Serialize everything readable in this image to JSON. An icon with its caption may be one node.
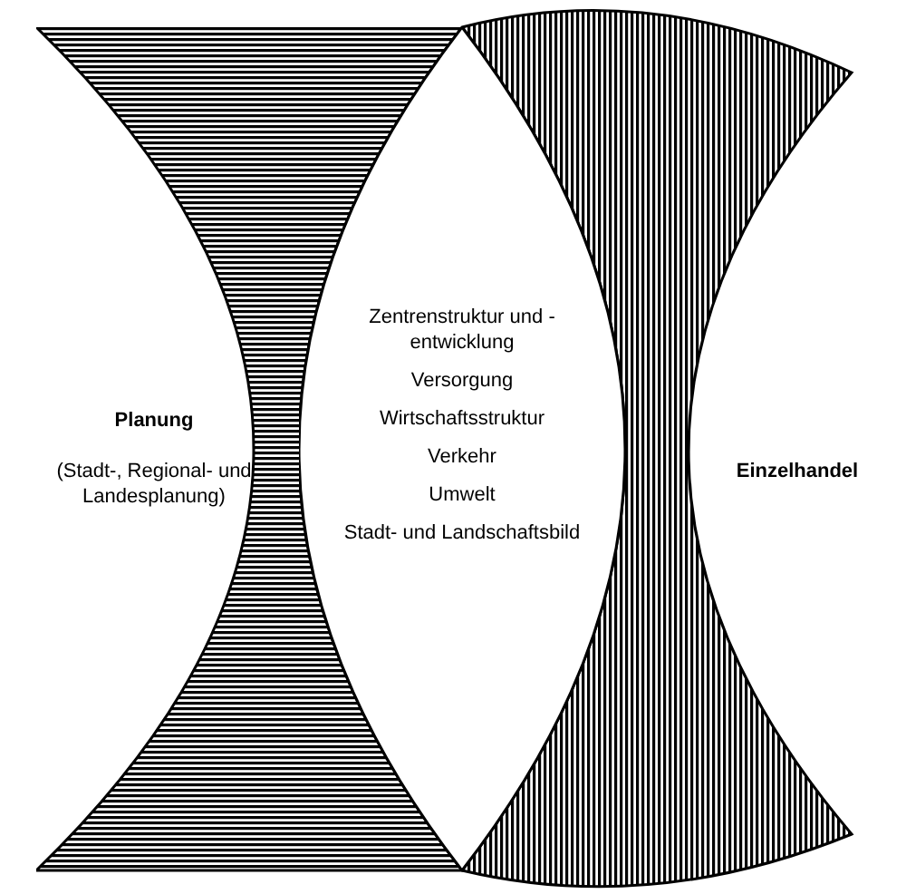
{
  "diagram": {
    "nodes": [
      {
        "text": [
          "Planung",
          "(Stadt-, Regional- und Landesplanung)"
        ]
      },
      {
        "text": [
          "Einzelhandel"
        ]
      },
      {
        "text": [
          "Zentrenstruktur und -entwicklung",
          "Versorgung",
          "Wirtschaftsstruktur",
          "Verkehr",
          "Umwelt",
          "Stadt- und Landschaftsbild"
        ]
      }
    ]
  }
}
